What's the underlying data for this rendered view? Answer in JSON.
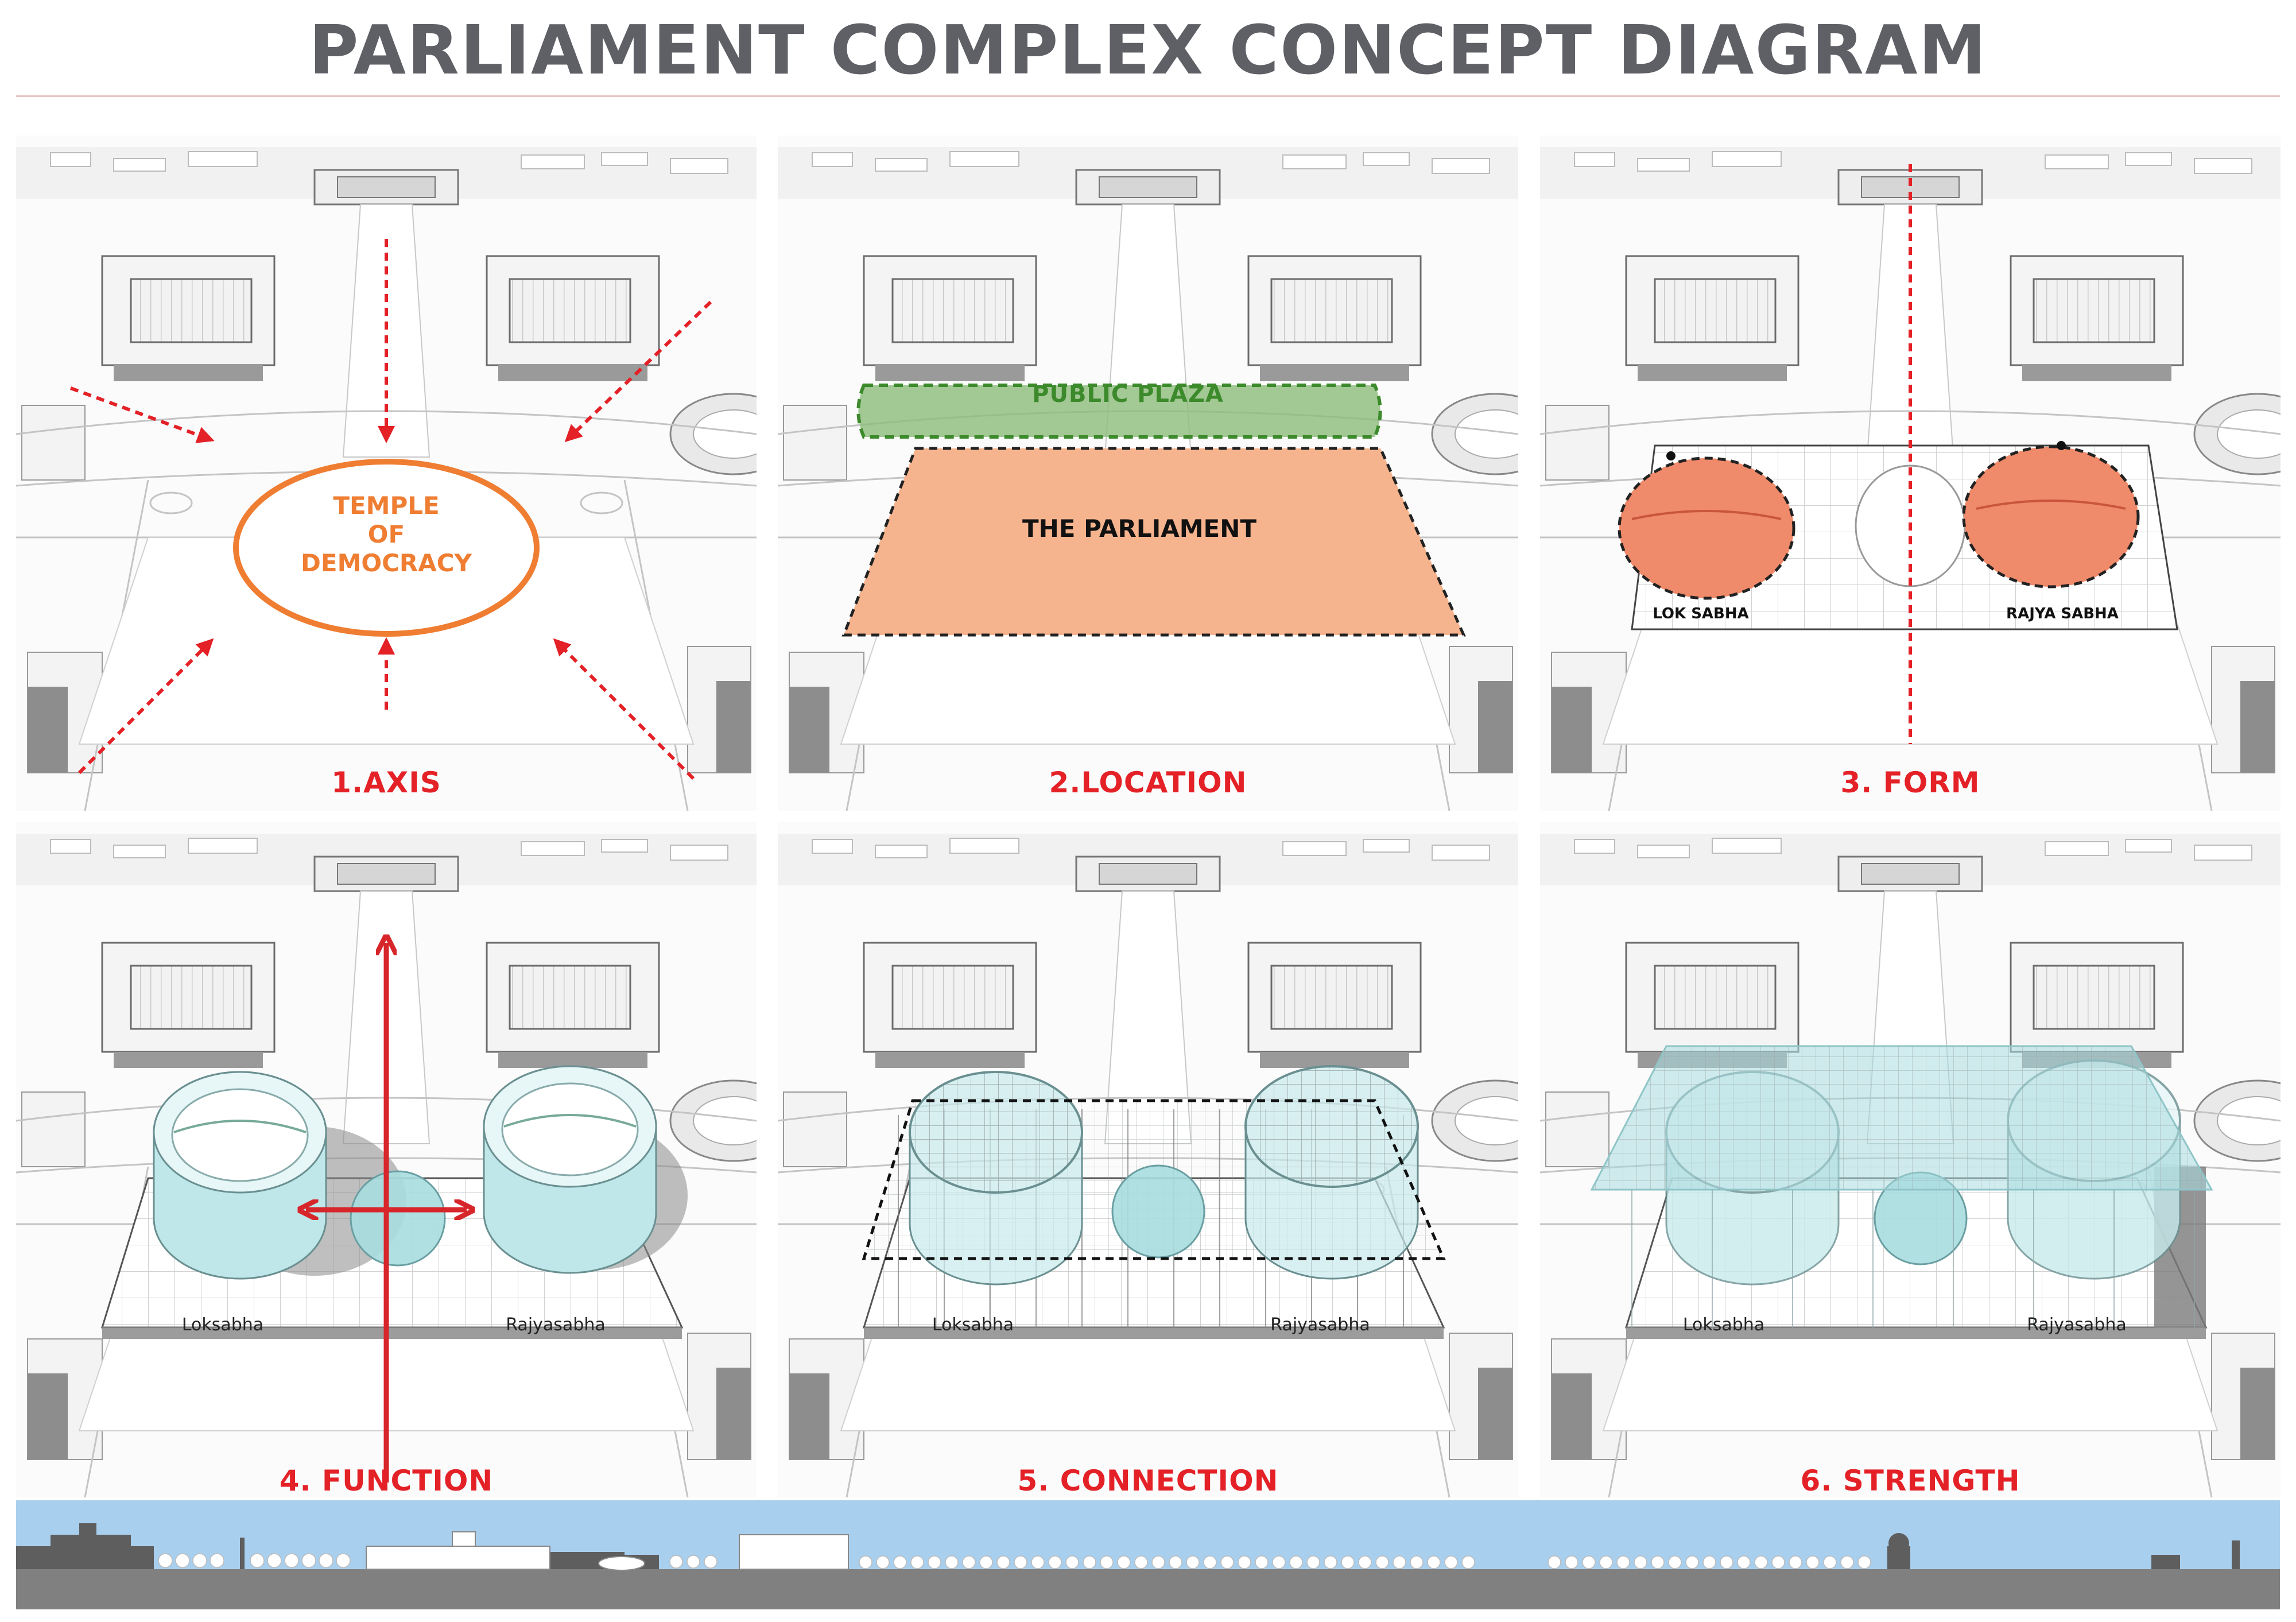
{
  "title": "PARLIAMENT COMPLEX CONCEPT DIAGRAM",
  "colors": {
    "title": "#5f6066",
    "caption_red": "#e32127",
    "temple_orange": "#ef7d32",
    "plaza_green": "#4f9a37",
    "parliament_fill": "#f6b48e",
    "chamber_fill": "#ef8a6a",
    "glass": "#a9dde0",
    "sky": "#a9cfee",
    "ground": "#808080"
  },
  "panels": [
    {
      "caption": "1.AXIS",
      "labels": {
        "temple": [
          "TEMPLE",
          "OF",
          "DEMOCRACY"
        ]
      }
    },
    {
      "caption": "2.LOCATION",
      "labels": {
        "plaza": "PUBLIC PLAZA",
        "parliament": "THE PARLIAMENT"
      }
    },
    {
      "caption": "3. FORM",
      "labels": {
        "left": "LOK SABHA",
        "right": "RAJYA SABHA"
      }
    },
    {
      "caption": "4. FUNCTION",
      "labels": {
        "left": "Loksabha",
        "right": "Rajyasabha"
      }
    },
    {
      "caption": "5. CONNECTION",
      "labels": {
        "left": "Loksabha",
        "right": "Rajyasabha"
      }
    },
    {
      "caption": "6. STRENGTH",
      "labels": {
        "left": "Loksabha",
        "right": "Rajyasabha"
      }
    }
  ],
  "icons": {
    "axis_arrows": "dashed-arrow-icon",
    "function_arrows": "double-arrow-icon"
  }
}
